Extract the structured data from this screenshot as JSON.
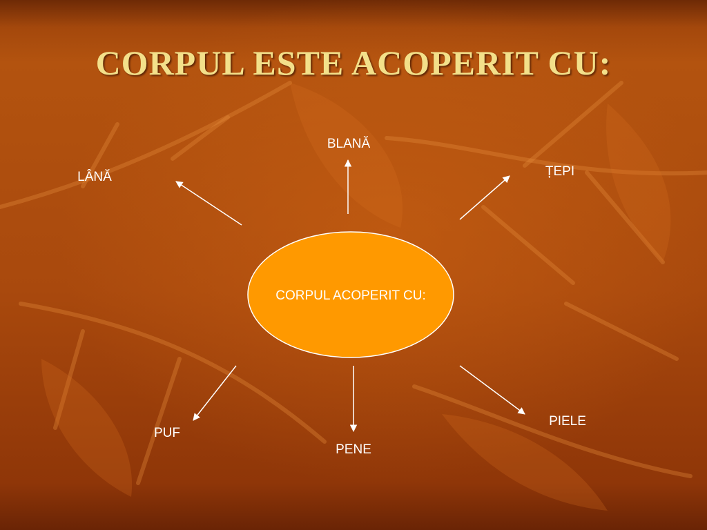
{
  "slide": {
    "title": "CORPUL ESTE ACOPERIT CU:"
  },
  "diagram": {
    "center": {
      "label": "CORPUL ACOPERIT CU:"
    },
    "nodes": [
      {
        "id": "blana",
        "label": "BLANĂ"
      },
      {
        "id": "tepi",
        "label": "ȚEPI"
      },
      {
        "id": "lana",
        "label": "LÂNĂ"
      },
      {
        "id": "puf",
        "label": "PUF"
      },
      {
        "id": "pene",
        "label": "PENE"
      },
      {
        "id": "piele",
        "label": "PIELE"
      }
    ]
  },
  "colors": {
    "title": "#f3e08a",
    "ellipse_fill": "#ff9900",
    "ellipse_stroke": "#ffffff",
    "arrows": "#ffffff",
    "text": "#ffffff"
  }
}
